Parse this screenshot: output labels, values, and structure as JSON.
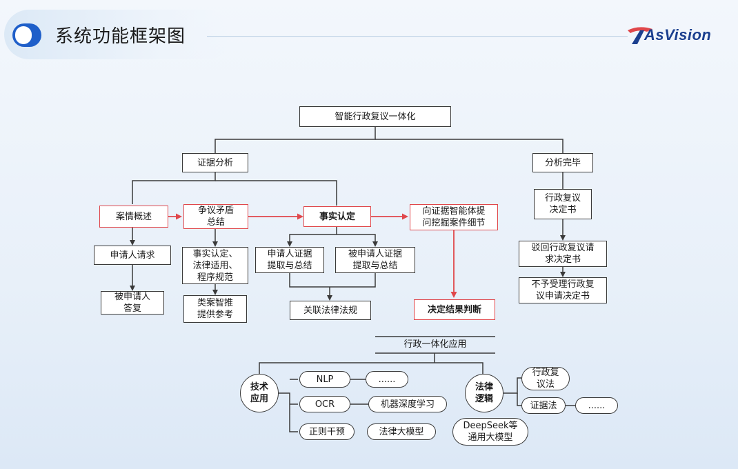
{
  "header": {
    "title": "系统功能框架图",
    "logo_text": "AsVision",
    "accent_color": "#1f5fc9",
    "logo_color": "#1b3f8f",
    "icon": "toggle-icon"
  },
  "diagram": {
    "colors": {
      "line": "#3a3a3a",
      "highlight": "#e0474b"
    },
    "top": {
      "root": "智能行政复议一体化",
      "evidence_analysis": "证据分析",
      "analysis_done": "分析完毕",
      "case_overview": "案情概述",
      "dispute_summary": "争议矛盾\n总结",
      "fact_finding": "事实认定",
      "ask_agent": "向证据智能体提\n问挖掘案件细节",
      "applicant_request": "申请人请求",
      "respondent_reply": "被申请人\n答复",
      "facts_law_procedure": "事实认定、\n法律适用、\n程序规范",
      "similar_cases": "类案智推\n提供参考",
      "applicant_evidence": "申请人证据\n提取与总结",
      "respondent_evidence": "被申请人证据\n提取与总结",
      "related_laws": "关联法律法规",
      "decision_judgment": "决定结果判断",
      "review_decision": "行政复议\n决定书",
      "reject_request": "驳回行政复议请\n求决定书",
      "not_accept": "不予受理行政复\n议申请决定书"
    },
    "bottom": {
      "app_title": "行政一体化应用",
      "tech_app": "技术\n应用",
      "legal_logic": "法律\n逻辑",
      "nlp": "NLP",
      "nlp_more": "......",
      "ocr": "OCR",
      "deep_learning": "机器深度学习",
      "regex": "正则干预",
      "legal_llm": "法律大模型",
      "deepseek": "DeepSeek等\n通用大模型",
      "review_law": "行政复\n议法",
      "evidence_law": "证据法",
      "evidence_more": "......"
    }
  }
}
